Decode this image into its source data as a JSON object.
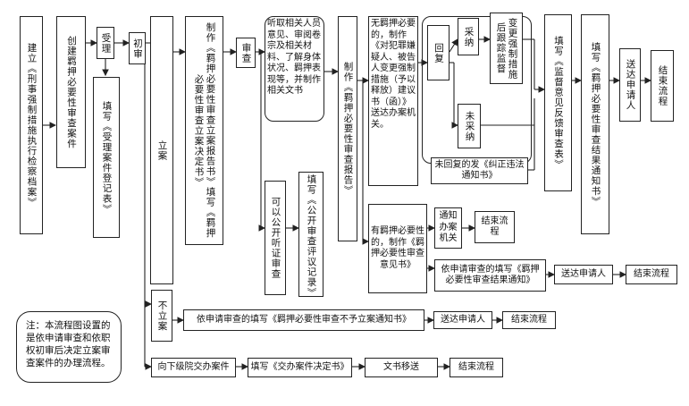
{
  "nodes": {
    "n1": "建立《刑事强制措施执行检察档案》",
    "n2": "创建羁押必要性审查案件",
    "n3": "受理",
    "n4": "填写《受理案件登记表》",
    "n5": "初审",
    "n6": "立案",
    "n7": "制作《羁押必要性审查立案报告书》填写《羁押必要性审查立案决定书》",
    "n8": "审查",
    "n9": "听取相关人员意见、审阅卷宗及相关材料、了解身体状况、羁押表现等，并制作相关文书",
    "n10": "可以公开听证审查",
    "n11": "填写《公开审查评议记录》",
    "n12": "制作《羁押必要性审查报告》",
    "n13": "无羁押必要的，制作《对犯罪嫌疑人、被告人变更强制措施（予以释放）建议书（函）》送达办案机关。",
    "n14": "回复",
    "n15": "采纳",
    "n16": "变更强制措施后跟踪监督",
    "n17": "未采纳",
    "n18": "未回复的发《纠正违法通知书》",
    "n19": "填写《监督意见反馈审查表》",
    "n20": "填写《羁押必要性审查结果通知书》",
    "n21": "送达申请人",
    "n22": "结束流程",
    "n23": "有羁押必要性的，制作《羁押必要性审查意见书》",
    "n24": "通知办案机关",
    "n25": "结束流程",
    "n26": "依申请审查的填写《羁押必要性审查结果通知》",
    "n27": "送达申请人",
    "n28": "结束流程",
    "n29": "不立案",
    "n30": "依申请审查的填写《羁押必要性审查不予立案通知书》",
    "n31": "送达申请人",
    "n32": "结束流程",
    "n33": "向下级院交办案件",
    "n34": "填写《交办案件决定书》",
    "n35": "文书移送",
    "n36": "结束流程"
  },
  "note": "注：本流程图设置的是依申请审查和依职权初审后决定立案审查案件的办理流程。"
}
